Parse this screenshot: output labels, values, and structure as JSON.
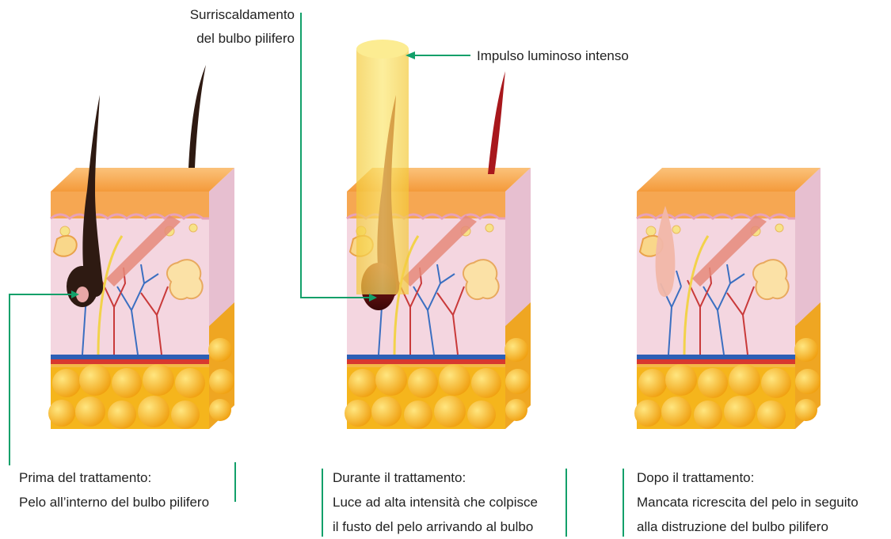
{
  "callouts": {
    "heating_line1": "Surriscaldamento",
    "heating_line2": "del bulbo pilifero",
    "light_pulse": "Impulso luminoso intenso"
  },
  "stages": [
    {
      "line1": "Prima del trattamento:",
      "line2": "Pelo all’interno del bulbo pilifero",
      "line3": ""
    },
    {
      "line1": "Durante il trattamento:",
      "line2": "Luce ad alta intensità che colpisce",
      "line3": "il fusto del pelo arrivando al bulbo"
    },
    {
      "line1": "Dopo il trattamento:",
      "line2": "Mancata ricrescita del pelo in seguito",
      "line3": "alla distruzione del bulbo pilifero"
    }
  ],
  "colors": {
    "accent_line": "#12a06a",
    "skin_top": "#f7a64a",
    "dermis": "#f4d6e0",
    "fat": "#f5b51c",
    "hair": "#2e1a12",
    "light_beam": "#f9de4e"
  }
}
